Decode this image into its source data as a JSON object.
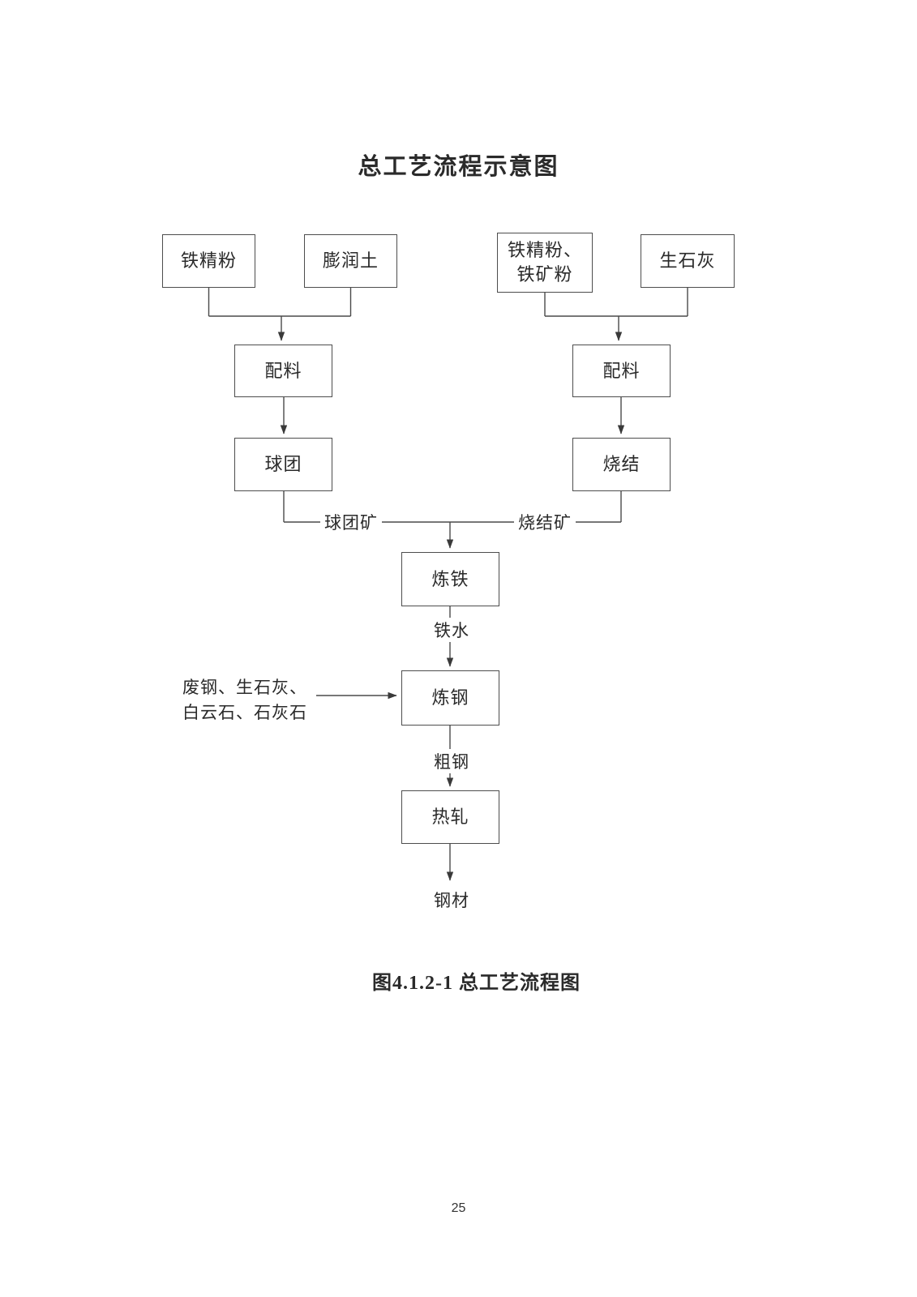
{
  "title": "总工艺流程示意图",
  "caption": "图4.1.2-1 总工艺流程图",
  "page_number": "25",
  "nodes": {
    "iron_concentrate": "铁精粉",
    "bentonite": "膨润土",
    "iron_mix": "铁精粉、\n铁矿粉",
    "quicklime": "生石灰",
    "batching_left": "配料",
    "batching_right": "配料",
    "pelletizing": "球团",
    "sintering": "烧结",
    "ironmaking": "炼铁",
    "steelmaking": "炼钢",
    "hot_rolling": "热轧"
  },
  "edge_labels": {
    "pellet_ore": "球团矿",
    "sinter_ore": "烧结矿",
    "molten_iron": "铁水",
    "crude_steel": "粗钢",
    "steel_product": "钢材",
    "steelmaking_inputs": "废钢、生石灰、\n白云石、石灰石"
  }
}
